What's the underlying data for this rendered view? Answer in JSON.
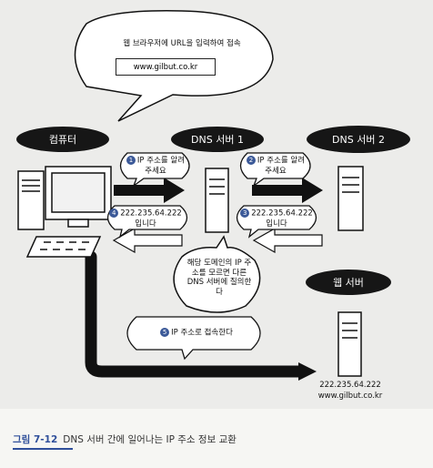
{
  "figure": {
    "top_bubble": {
      "text": "웹 브라우저에 URL을 입력하여 접속",
      "url": "www.gilbut.co.kr"
    },
    "nodes": {
      "computer": "컴퓨터",
      "dns1": "DNS 서버 1",
      "dns2": "DNS 서버 2",
      "web": "웹 서버"
    },
    "steps": {
      "s1": {
        "num": "1",
        "text": "IP 주소를 알려 주세요"
      },
      "s2": {
        "num": "2",
        "text": "IP 주소를 알려 주세요"
      },
      "s3": {
        "num": "3",
        "text": "222.235.64.222 입니다"
      },
      "s4": {
        "num": "4",
        "text": "222.235.64.222 입니다"
      },
      "s5": {
        "num": "5",
        "text": "IP 주소로 접속한다"
      }
    },
    "dns_note": "해당 도메인의 IP 주소를 모르면 다른 DNS 서버에 질의한다",
    "web_info": {
      "ip": "222.235.64.222",
      "domain": "www.gilbut.co.kr"
    }
  },
  "caption": {
    "label": "그림 7-12",
    "text": "DNS 서버 간에 일어나는 IP 주소 정보 교환"
  }
}
